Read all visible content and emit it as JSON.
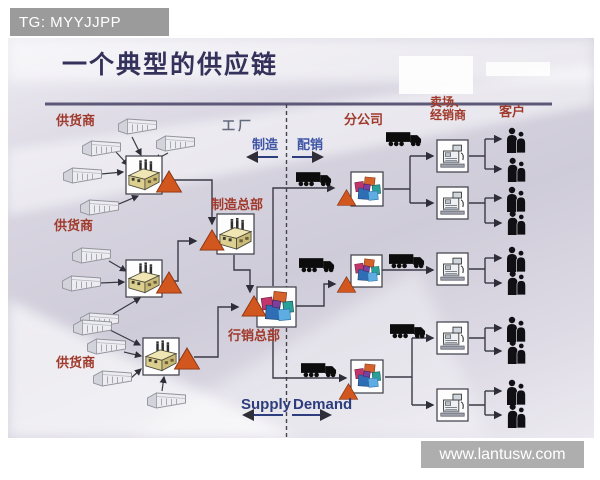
{
  "watermarks": {
    "telegram": "TG: MYYJJPP",
    "website": "www.lantusw.com"
  },
  "slide": {
    "title": "一个典型的供应链",
    "labels": {
      "supplier": "供货商",
      "factory": "工厂",
      "branch_company": "分公司",
      "dealers_line1": "卖场、",
      "dealers_line2": "经销商",
      "customer": "客户",
      "manufacturing": "制造",
      "distribution": "配销",
      "manufacturing_hq": "制造总部",
      "marketing_hq": "行销总部",
      "supply": "Supply",
      "demand": "Demand"
    },
    "icons": {
      "warehouse": "3d-warehouse-building",
      "factory": "factory-with-chimneys",
      "distribution_center": "colored-boxes-stack",
      "store": "cash-register",
      "customer": "people-silhouettes",
      "truck": "delivery-truck-silhouette",
      "buffer": "orange-inventory-triangle"
    },
    "colors": {
      "title": "#34325a",
      "label_red": "#a03a2c",
      "label_blue": "#3f55a5",
      "factory_label": "#636b7d",
      "supply_demand": "#2d3c7c",
      "triangle": "#d2571f",
      "banner_gray": "#9b9b9b",
      "rule": "#5c5878",
      "background": "#d8d5e0"
    }
  }
}
